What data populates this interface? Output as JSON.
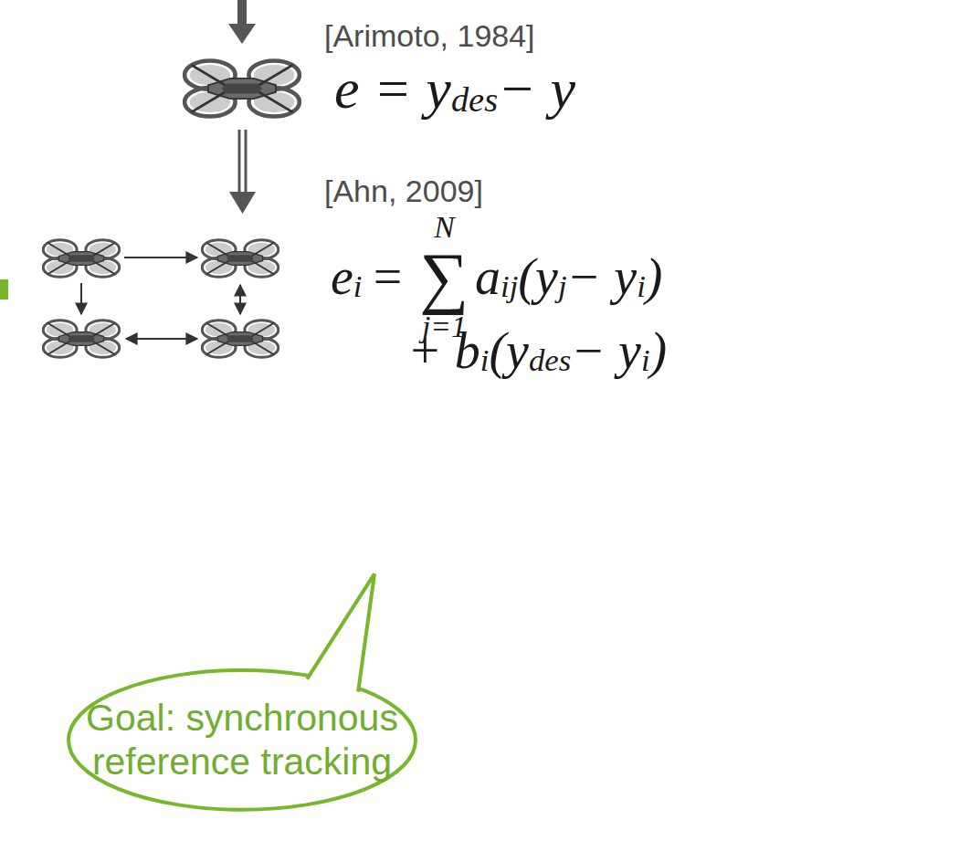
{
  "diagram": {
    "nodes": [
      {
        "text": [
          "Goal: synchronous reference tracking"
        ]
      }
    ],
    "labels": [
      "[Arimoto, 1984]",
      "e = y",
      "des",
      "− y",
      "[Ahn, 2009]",
      "e",
      "i",
      "=",
      "N",
      "∑",
      "j=1",
      "a",
      "ij",
      "(y",
      "j",
      "− y",
      "i",
      ")",
      "+ b",
      "i",
      "(y",
      "des",
      "− y",
      "i",
      ")"
    ]
  }
}
